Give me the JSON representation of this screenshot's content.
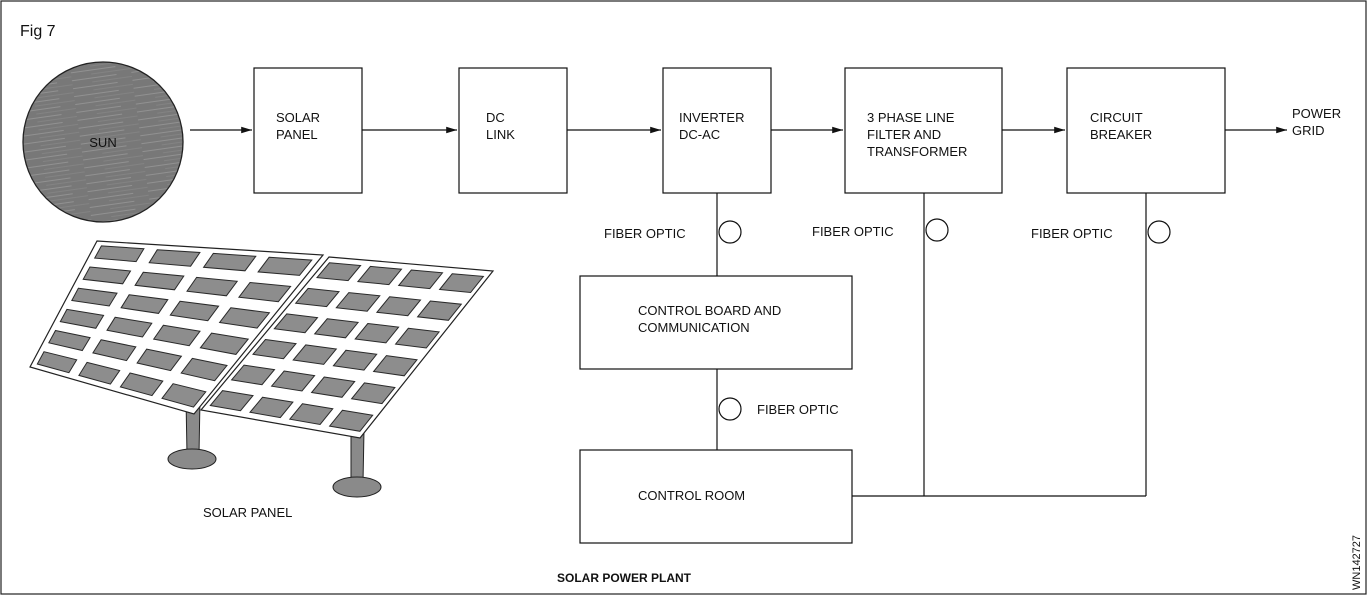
{
  "figure_label": "Fig 7",
  "sun_label": "SUN",
  "blocks": {
    "solar_panel": [
      "SOLAR",
      "PANEL"
    ],
    "dc_link": [
      "DC",
      "LINK"
    ],
    "inverter": [
      "INVERTER",
      "DC-AC"
    ],
    "filter_transformer": [
      "3 PHASE LINE",
      "FILTER AND",
      "TRANSFORMER"
    ],
    "circuit_breaker": [
      "CIRCUIT",
      "BREAKER"
    ],
    "control_board": [
      "CONTROL BOARD AND",
      "COMMUNICATION"
    ],
    "control_room": [
      "CONTROL ROOM"
    ]
  },
  "power_grid": [
    "POWER",
    "GRID"
  ],
  "fiber_optic_label": "FIBER OPTIC",
  "panel_illustration_label": "SOLAR PANEL",
  "caption": "SOLAR POWER PLANT",
  "figure_code": "WN142727",
  "colors": {
    "line": "#111111",
    "sun_fill": "#7a7a7a",
    "cell_fill": "#8d8d8d"
  }
}
